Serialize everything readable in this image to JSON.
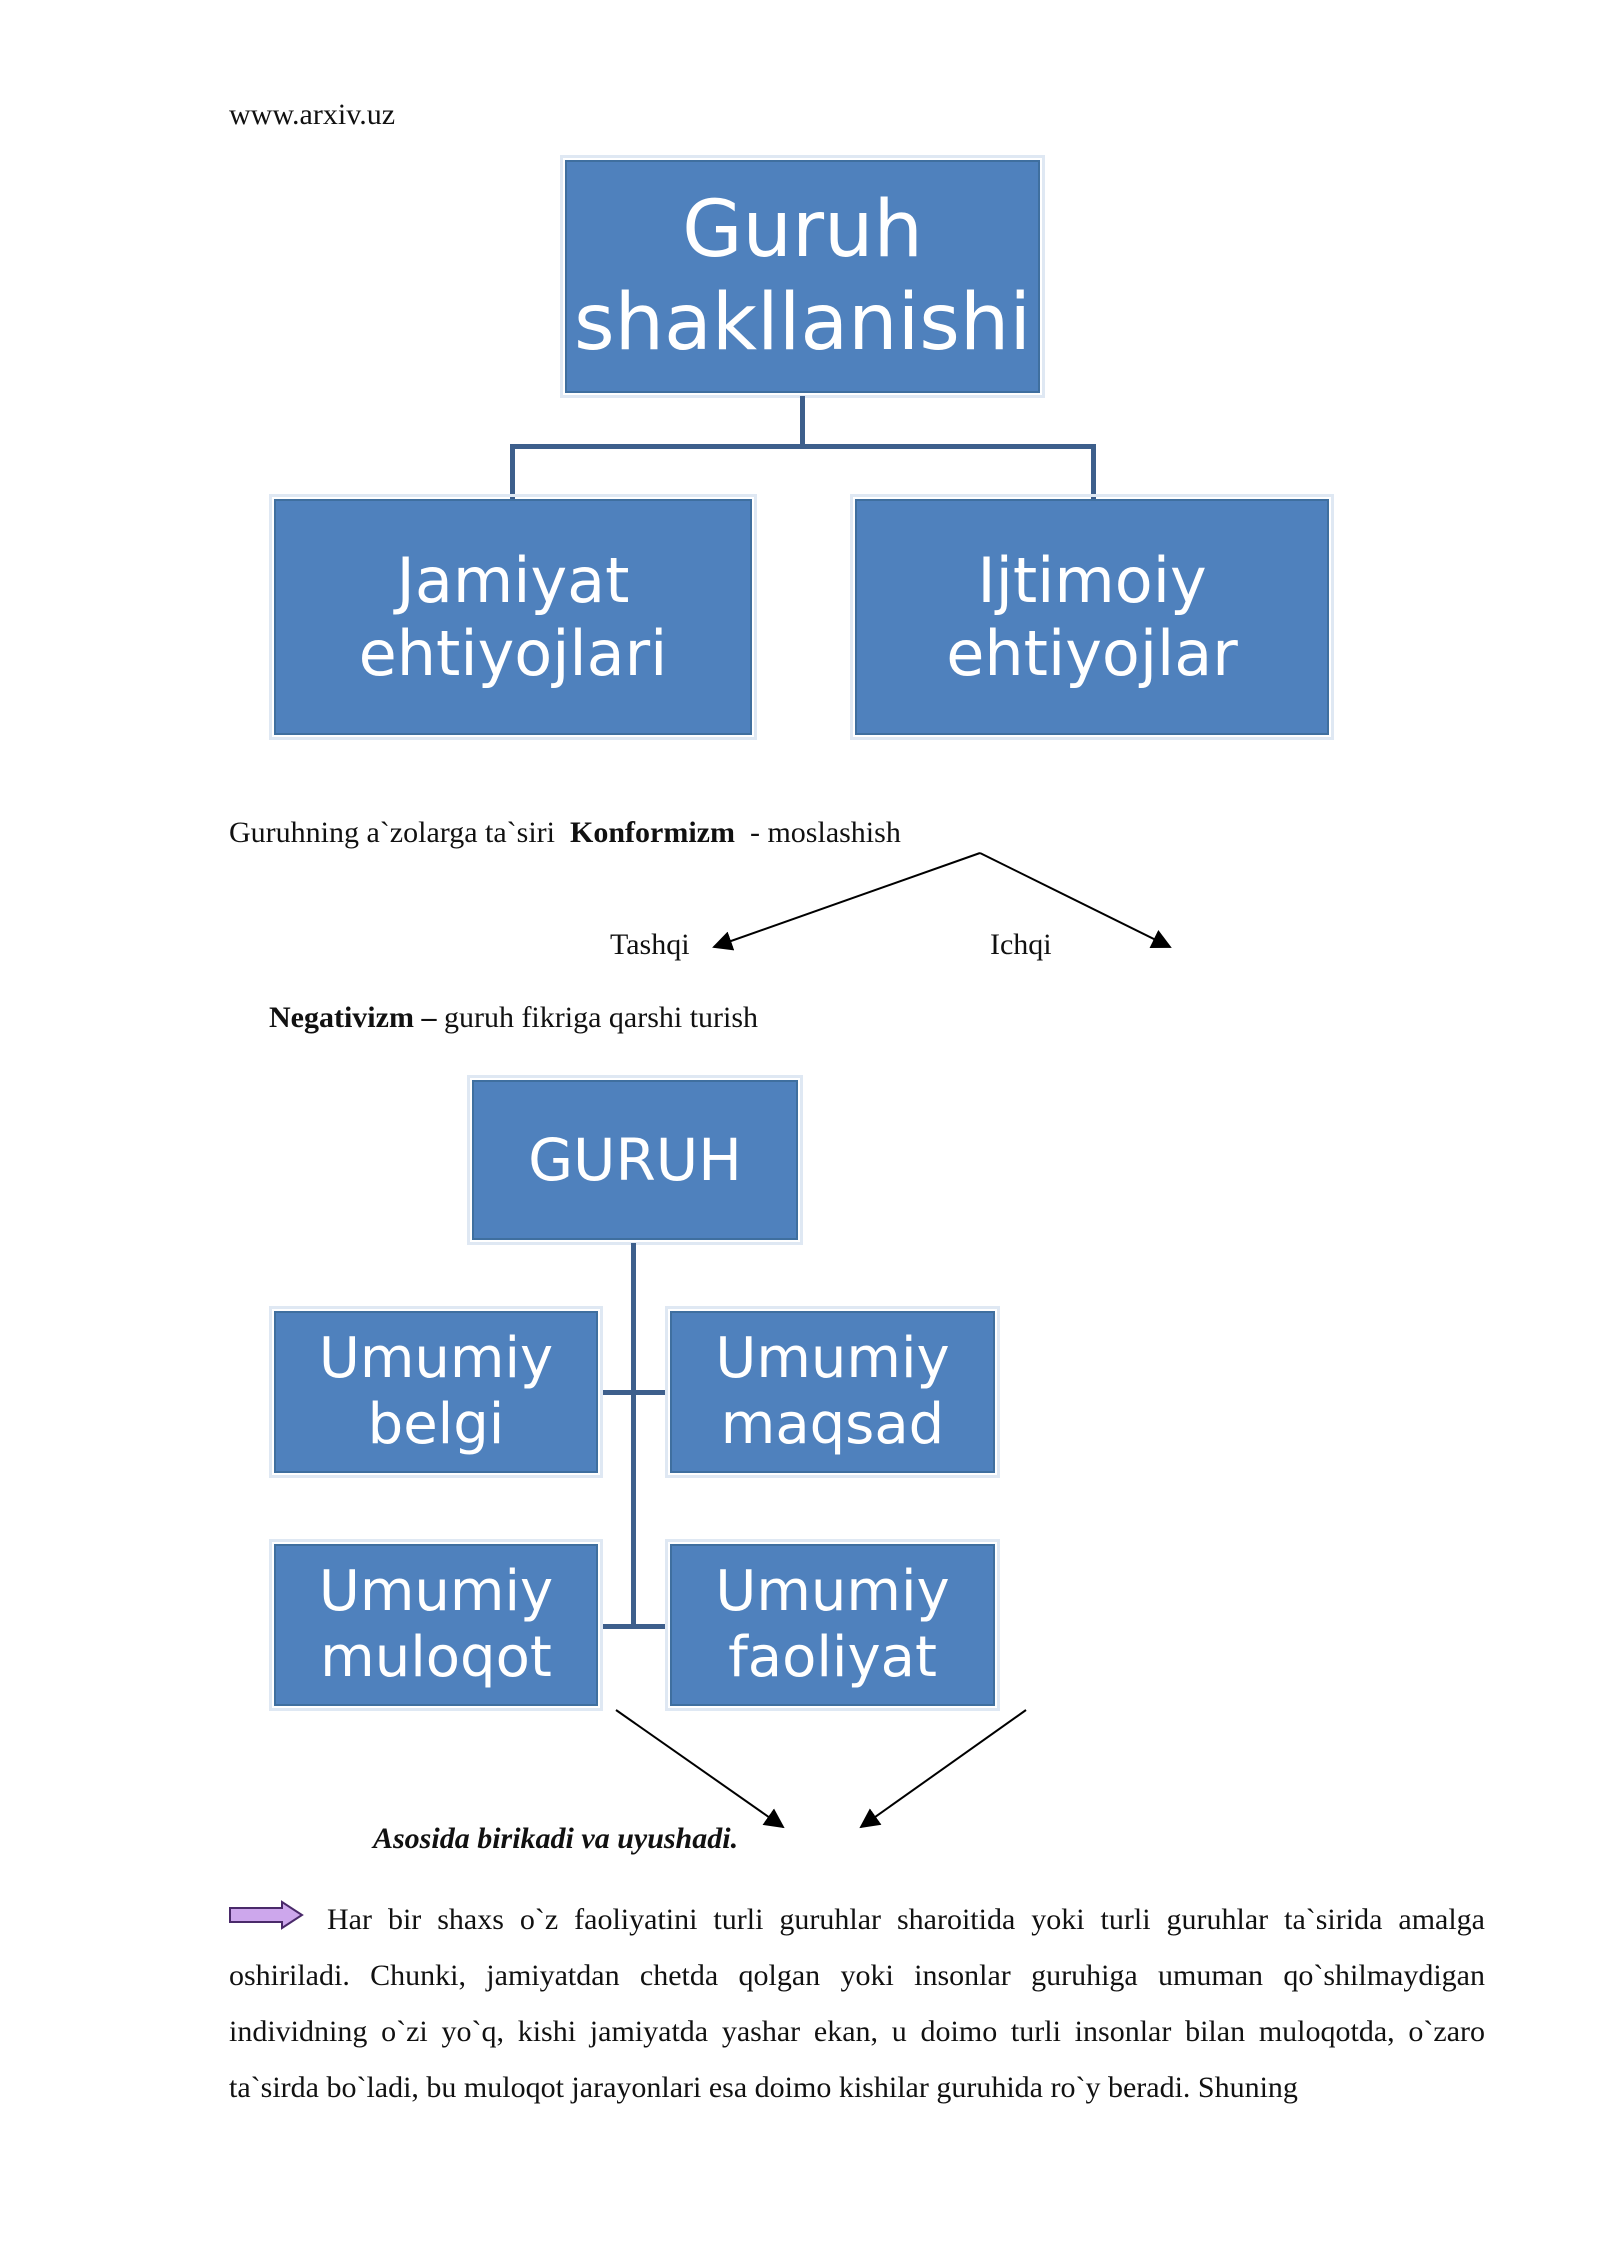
{
  "header": {
    "site": "www.arxiv.uz"
  },
  "diagram1": {
    "root": "Guruh shakllanishi",
    "left": "Jamiyat ehtiyojlari",
    "right": "Ijtimoiy ehtiyojlar"
  },
  "conformism": {
    "prefix": "Guruhning a`zolarga ta`siri",
    "term": "Konformizm",
    "suffix": "- moslashish",
    "branch_left": "Tashqi",
    "branch_right": "Ichqi"
  },
  "negativism": {
    "term": "Negativizm –",
    "definition": "guruh fikriga qarshi turish"
  },
  "diagram2": {
    "root": "GURUH",
    "items": [
      "Umumiy belgi",
      "Umumiy maqsad",
      "Umumiy muloqot",
      "Umumiy faoliyat"
    ]
  },
  "conclusion": "Asosida birikadi va uyushadi.",
  "paragraph": "Har bir shaxs o`z faoliyatini turli guruhlar sharoitida yoki turli guruhlar ta`sirida amalga oshiriladi. Chunki, jamiyatdan chetda qolgan yoki insonlar guruhiga umuman qo`shilmaydigan individning o`zi yo`q, kishi jamiyatda yashar ekan, u doimo turli insonlar bilan muloqotda, o`zaro ta`sirda bo`ladi, bu muloqot jarayonlari esa doimo kishilar guruhida ro`y beradi. Shuning"
}
